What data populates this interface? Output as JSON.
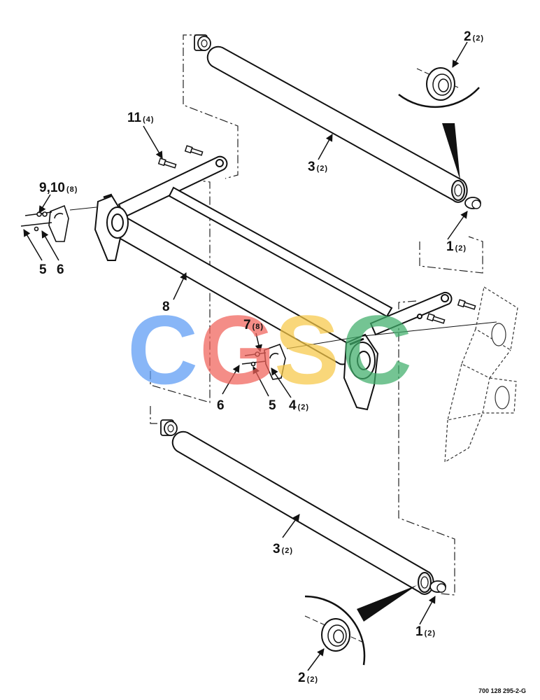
{
  "diagram": {
    "figure_id": "700 128 295-2-G",
    "callouts": [
      {
        "id": "c-2-top",
        "number": "2",
        "qty": "(2)"
      },
      {
        "id": "c-11",
        "number": "11",
        "qty": "(4)"
      },
      {
        "id": "c-3-top",
        "number": "3",
        "qty": "(2)"
      },
      {
        "id": "c-9-10",
        "number": "9,10",
        "qty": "(8)"
      },
      {
        "id": "c-1-top",
        "number": "1",
        "qty": "(2)"
      },
      {
        "id": "c-5-left",
        "number": "5",
        "qty": ""
      },
      {
        "id": "c-6-left",
        "number": "6",
        "qty": ""
      },
      {
        "id": "c-8",
        "number": "8",
        "qty": ""
      },
      {
        "id": "c-7",
        "number": "7",
        "qty": "(8)"
      },
      {
        "id": "c-6-mid",
        "number": "6",
        "qty": ""
      },
      {
        "id": "c-5-mid",
        "number": "5",
        "qty": ""
      },
      {
        "id": "c-4",
        "number": "4",
        "qty": "(2)"
      },
      {
        "id": "c-3-bot",
        "number": "3",
        "qty": "(2)"
      },
      {
        "id": "c-1-bot",
        "number": "1",
        "qty": "(2)"
      },
      {
        "id": "c-2-bot",
        "number": "2",
        "qty": "(2)"
      }
    ]
  },
  "watermark": {
    "letters": [
      "C",
      "G",
      "S",
      "C"
    ],
    "colors": [
      "#5b9bf5",
      "#f0625a",
      "#f7c948",
      "#3fae6a"
    ]
  }
}
